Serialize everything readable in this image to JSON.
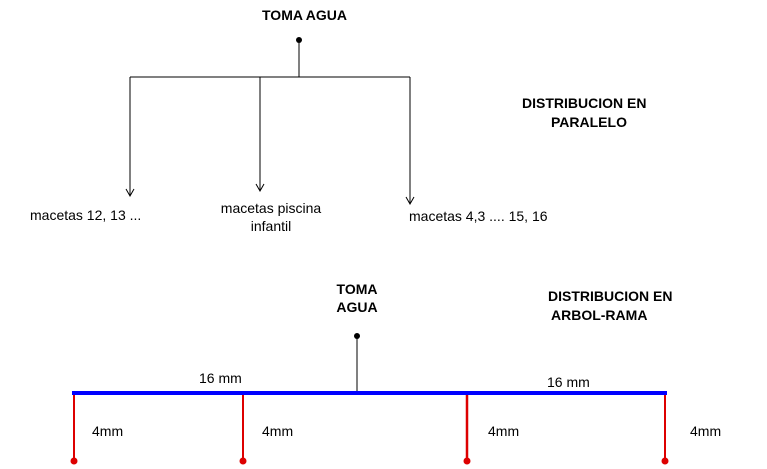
{
  "parallel": {
    "source_label": "TOMA AGUA",
    "title_line1": "DISTRIBUCION  EN",
    "title_line2": "PARALELO",
    "branch_left": "macetas 12, 13 ...",
    "branch_middle_line1": "macetas piscina",
    "branch_middle_line2": "infantil",
    "branch_right": "macetas 4,3 .... 15, 16"
  },
  "tree": {
    "source_line1": "TOMA",
    "source_line2": "AGUA",
    "title_line1": "DISTRIBUCION  EN",
    "title_line2": "ARBOL-RAMA",
    "main_pipe_left": "16 mm",
    "main_pipe_right": "16 mm",
    "branch_1": "4mm",
    "branch_2": "4mm",
    "branch_3": "4mm",
    "branch_4": "4mm"
  },
  "colors": {
    "line": "#000000",
    "main_pipe": "#0000ff",
    "branch_pipe": "#dd0000"
  }
}
